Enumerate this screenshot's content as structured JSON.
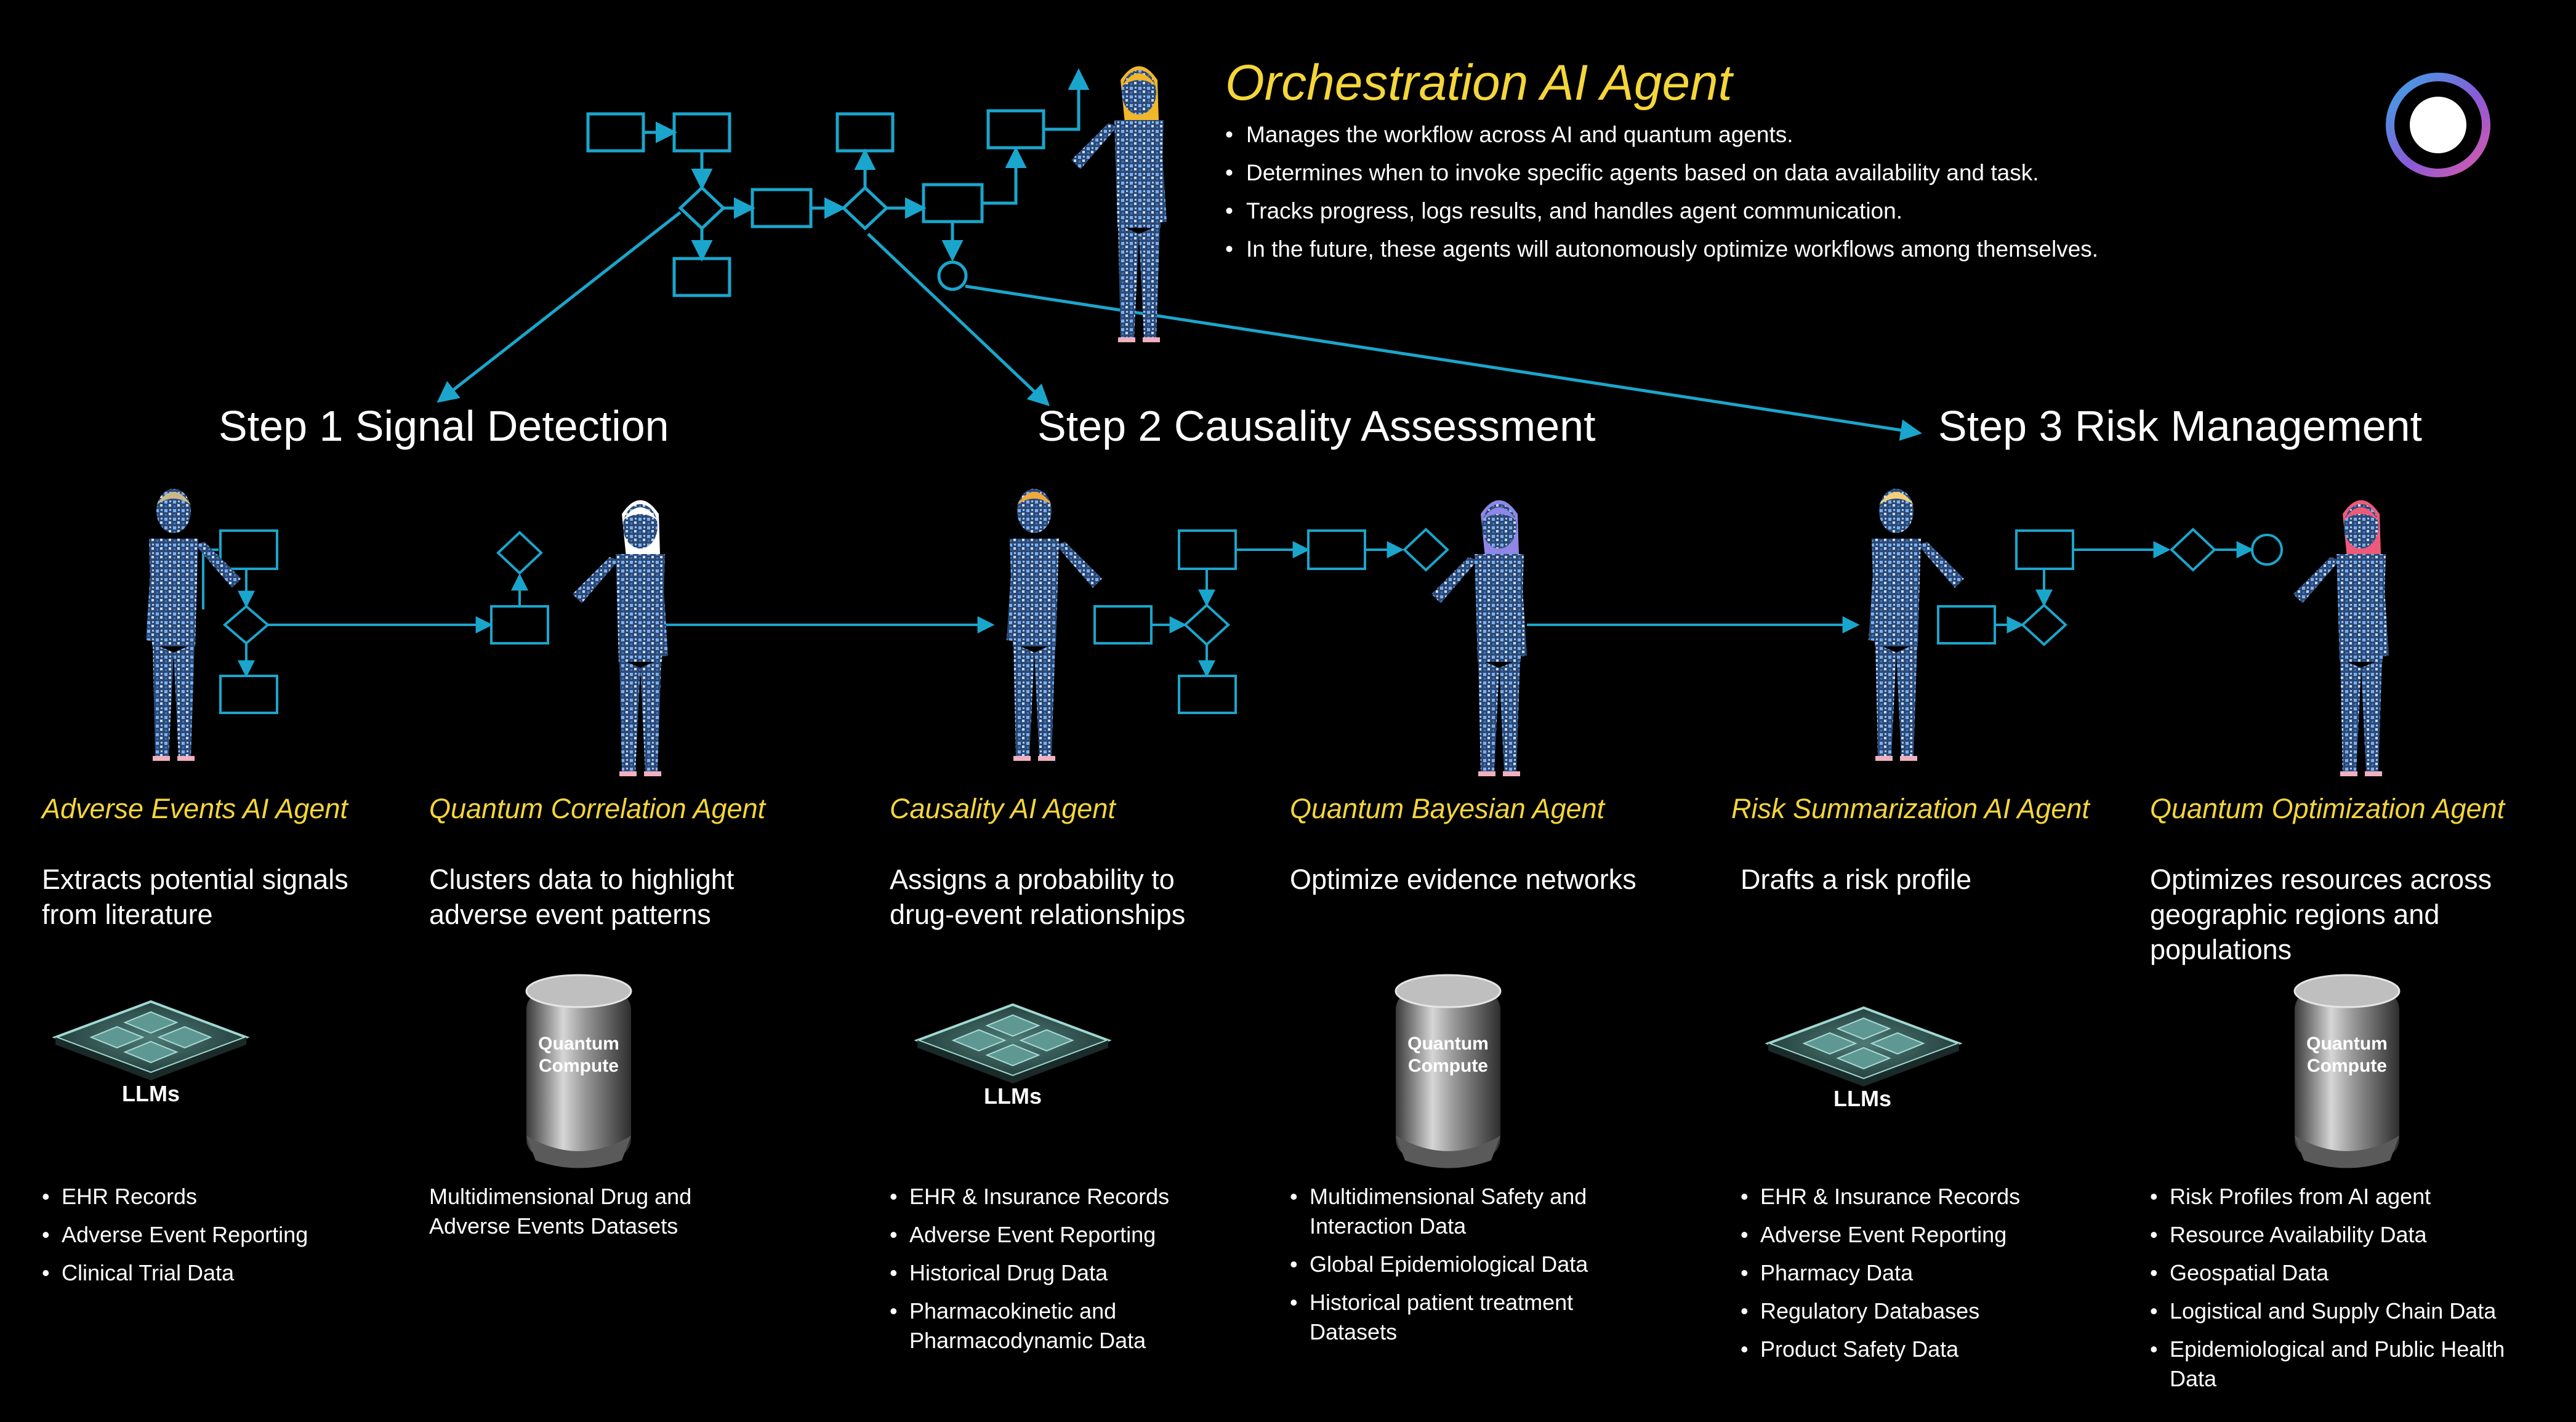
{
  "orchestrator": {
    "title": "Orchestration AI Agent",
    "bullets": [
      "Manages the workflow across AI and quantum agents.",
      "Determines when to invoke specific agents based on data availability and task.",
      "Tracks progress, logs results, and handles agent communication.",
      "In the future, these agents will autonomously optimize workflows among themselves."
    ]
  },
  "steps": [
    "Step 1 Signal Detection",
    "Step 2 Causality Assessment",
    "Step 3 Risk Management"
  ],
  "agents": [
    {
      "name": "Adverse Events AI Agent",
      "desc": "Extracts potential signals from literature",
      "resource": "LLMs",
      "data": [
        "EHR Records",
        "Adverse Event Reporting",
        "Clinical Trial Data"
      ]
    },
    {
      "name": "Quantum Correlation Agent",
      "desc": "Clusters data to highlight adverse event patterns",
      "resource": "Quantum Compute",
      "data": [
        "Multidimensional Drug and Adverse Events Datasets"
      ]
    },
    {
      "name": "Causality AI Agent",
      "desc": "Assigns a probability to drug-event relationships",
      "resource": "LLMs",
      "data": [
        "EHR & Insurance Records",
        "Adverse Event Reporting",
        "Historical Drug Data",
        "Pharmacokinetic and Pharmacodynamic Data"
      ]
    },
    {
      "name": "Quantum Bayesian Agent",
      "desc": "Optimize evidence networks",
      "resource": "Quantum Compute",
      "data": [
        "Multidimensional Safety and Interaction Data",
        "Global Epidemiological Data",
        "Historical patient treatment Datasets"
      ]
    },
    {
      "name": "Risk Summarization AI Agent",
      "desc": "Drafts a risk profile",
      "resource": "LLMs",
      "data": [
        "EHR & Insurance Records",
        "Adverse Event Reporting",
        "Pharmacy Data",
        "Regulatory Databases",
        "Product Safety Data"
      ]
    },
    {
      "name": "Quantum Optimization Agent",
      "desc": "Optimizes resources across geographic regions and populations",
      "resource": "Quantum Compute",
      "data": [
        "Risk Profiles from AI agent",
        "Resource Availability Data",
        "Geospatial Data",
        "Logistical and Supply Chain Data",
        "Epidemiological and Public Health Data"
      ]
    }
  ],
  "colors": {
    "flow": "#1aa6cc",
    "accent": "#f4d63a",
    "text": "#ffffff",
    "background": "#000000",
    "person_fill": "#2b4a78",
    "logo_gradient": [
      "#3aa6e6",
      "#8a5ad8",
      "#d85aa8"
    ]
  },
  "hair_colors": [
    "#c9b98a",
    "#ffffff",
    "#f2a83a",
    "#8f86e6",
    "#f3cf7a",
    "#ee5a7a",
    "#f2b62a"
  ]
}
